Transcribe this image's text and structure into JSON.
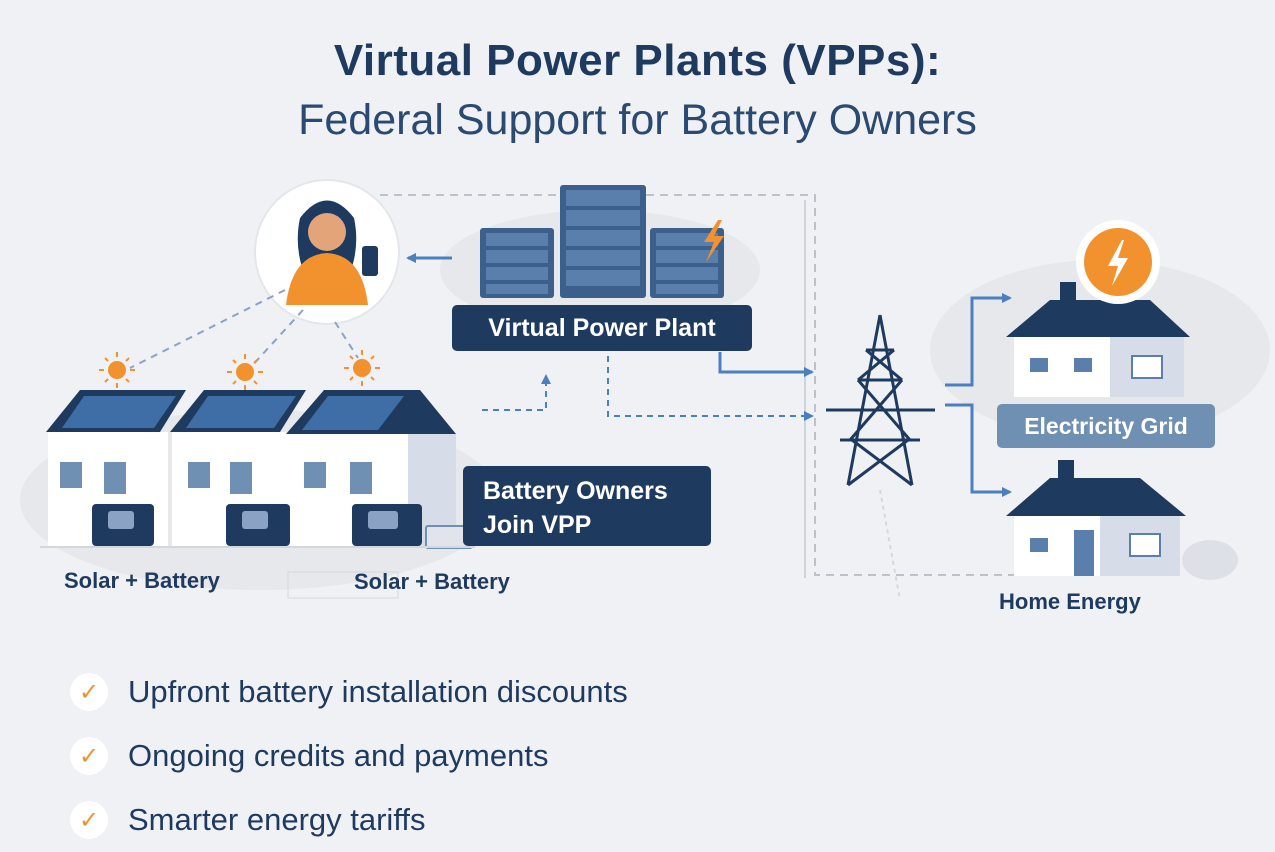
{
  "header": {
    "title": "Virtual Power Plants (VPPs):",
    "subtitle": "Federal Support for Battery Owners"
  },
  "diagram": {
    "vpp_label": "Virtual Power Plant",
    "owners_label_line1": "Battery Owners",
    "owners_label_line2": "Join VPP",
    "solar_label_1": "Solar + Battery",
    "solar_label_2": "Solar + Battery",
    "grid_label": "Electricity Grid",
    "home_label": "Home Energy"
  },
  "benefits": [
    {
      "text": "Upfront battery installation discounts",
      "icon": "check-icon"
    },
    {
      "text": "Ongoing credits and payments",
      "icon": "check-icon"
    },
    {
      "text": "Smarter energy tariffs",
      "icon": "check-icon"
    }
  ],
  "colors": {
    "navy": "#1f3a5f",
    "blue": "#4a7fc1",
    "orange": "#f2922f",
    "grid_label": "#6f8fb3",
    "background": "#f0f1f4"
  }
}
